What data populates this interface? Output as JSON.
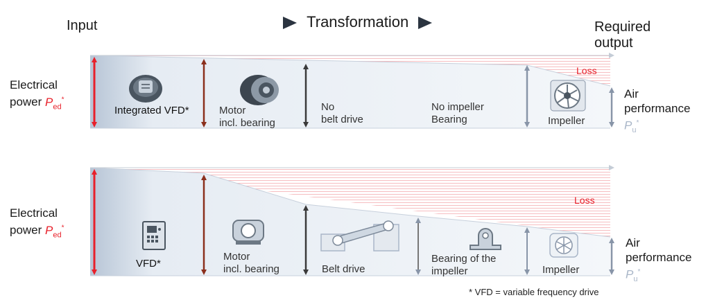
{
  "header": {
    "input": "Input",
    "transformation": "Transformation",
    "required_output_line1": "Required",
    "required_output_line2": "output"
  },
  "colors": {
    "loss_red": "#e8202a",
    "power_red": "#e8202a",
    "motor_brown": "#8b2f1c",
    "dark_arrow": "#3a3a3a",
    "grey_arrow": "#8895a8",
    "output_symbol": "#a9b6c8"
  },
  "top_row": {
    "input_label_line1": "Electrical",
    "input_label_line2": "power",
    "input_symbol": "P",
    "input_subscript": "ed",
    "input_superscript": "*",
    "loss": "Loss",
    "stages": [
      {
        "label_line1": "Integrated VFD*",
        "label_line2": "",
        "icon": "integrated-vfd-icon"
      },
      {
        "label_line1": "Motor",
        "label_line2": "incl. bearing",
        "icon": "motor-icon"
      },
      {
        "label_line1": "No",
        "label_line2": "belt drive",
        "icon": ""
      },
      {
        "label_line1": "No impeller",
        "label_line2": "Bearing",
        "icon": ""
      },
      {
        "label_line1": "Impeller",
        "label_line2": "",
        "icon": "impeller-icon"
      }
    ],
    "output_label_line1": "Air",
    "output_label_line2": "performance",
    "output_symbol": "P",
    "output_subscript": "u",
    "output_superscript": "*"
  },
  "bottom_row": {
    "input_label_line1": "Electrical",
    "input_label_line2": "power",
    "input_symbol": "P",
    "input_subscript": "ed",
    "input_superscript": "*",
    "loss": "Loss",
    "stages": [
      {
        "label_line1": "VFD*",
        "label_line2": "",
        "icon": "vfd-cabinet-icon"
      },
      {
        "label_line1": "Motor",
        "label_line2": "incl. bearing",
        "icon": "motor-icon"
      },
      {
        "label_line1": "Belt drive",
        "label_line2": "",
        "icon": "belt-drive-icon"
      },
      {
        "label_line1": "Bearing of the",
        "label_line2": "impeller",
        "icon": "bearing-icon"
      },
      {
        "label_line1": "Impeller",
        "label_line2": "",
        "icon": "impeller-icon"
      }
    ],
    "output_label_line1": "Air",
    "output_label_line2": "performance",
    "output_symbol": "P",
    "output_subscript": "u",
    "output_superscript": "*"
  },
  "footnote": "* VFD = variable frequency drive"
}
